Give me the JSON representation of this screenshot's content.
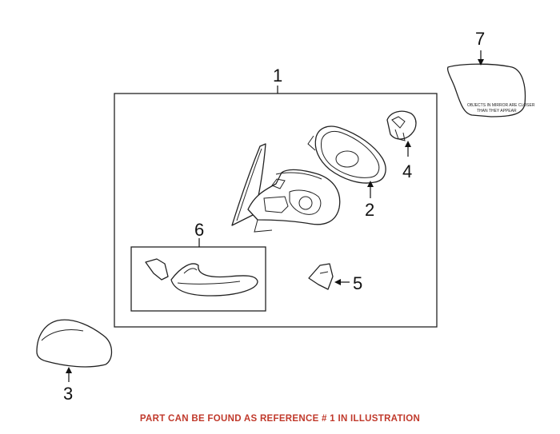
{
  "callouts": {
    "c1": "1",
    "c2": "2",
    "c3": "3",
    "c4": "4",
    "c5": "5",
    "c6": "6",
    "c7": "7"
  },
  "mirror_glass_text": [
    "OBJECTS IN MIRROR ARE CLOSER",
    "THAN THEY APPEAR"
  ],
  "caption": "PART CAN BE FOUND AS REFERENCE # 1 IN ILLUSTRATION",
  "colors": {
    "caption": "#c0392b",
    "line": "#222222"
  }
}
